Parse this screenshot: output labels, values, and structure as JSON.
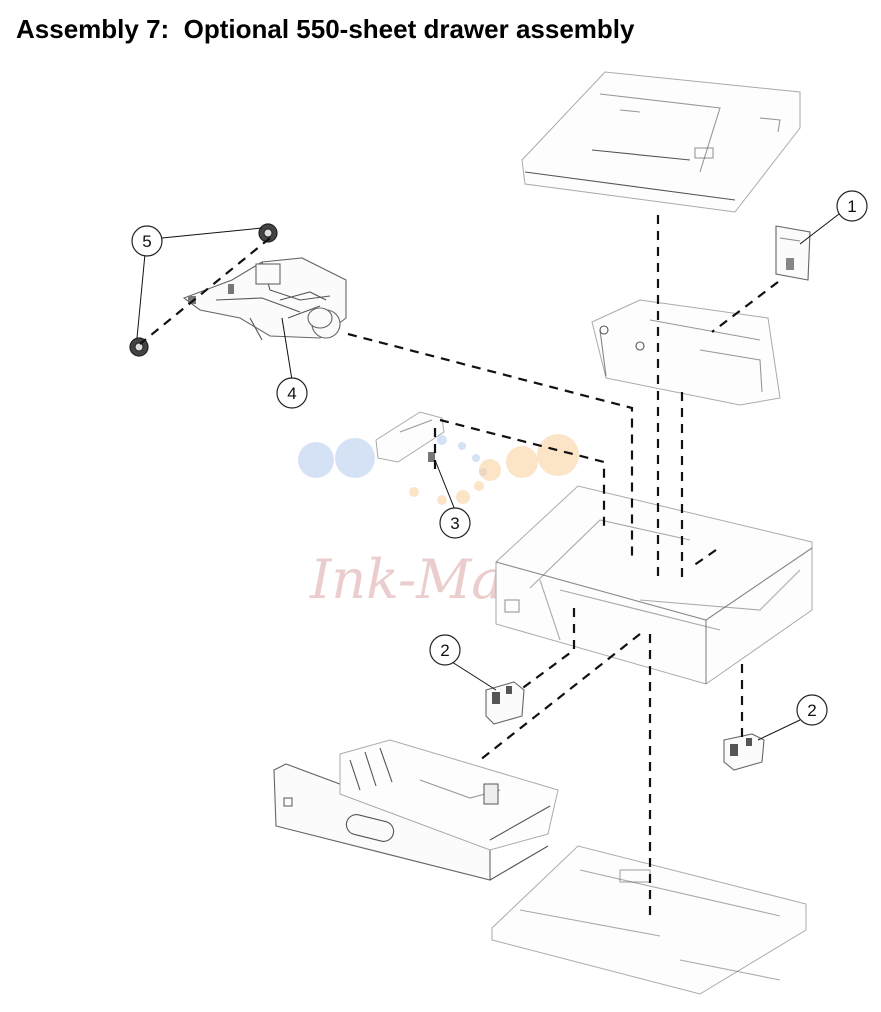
{
  "title": "Assembly 7:  Optional 550-sheet drawer assembly",
  "callouts": [
    {
      "id": "1",
      "label": "1"
    },
    {
      "id": "2a",
      "label": "2"
    },
    {
      "id": "2b",
      "label": "2"
    },
    {
      "id": "3",
      "label": "3"
    },
    {
      "id": "4",
      "label": "4"
    },
    {
      "id": "5",
      "label": "5"
    }
  ],
  "watermark": {
    "text": "Ink-Market",
    "text_color": "#e3b9b9",
    "blue_dots": "#aac3ec",
    "orange_dots": "#f8c88e"
  },
  "colors": {
    "line_art": "#555555",
    "leader_dash": "#111111",
    "background": "#ffffff"
  }
}
